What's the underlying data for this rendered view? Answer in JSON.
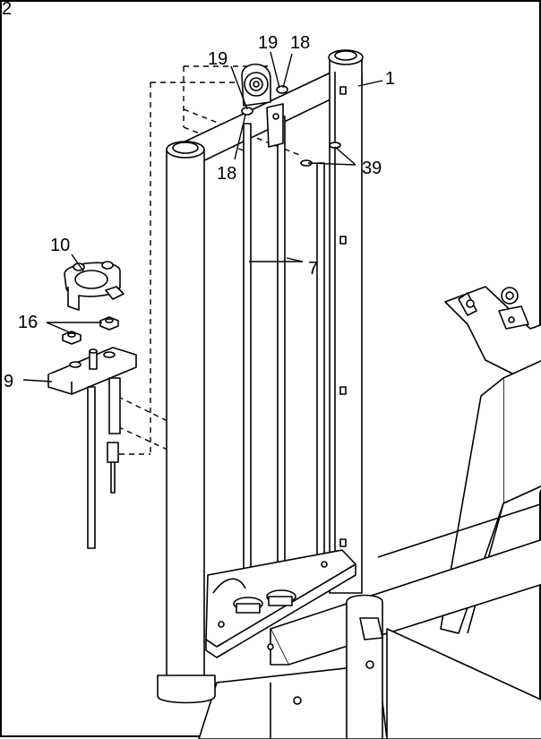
{
  "figure": {
    "corner_mark": "2",
    "part_labels": {
      "p1": "1",
      "p7": "7",
      "p9": "9",
      "p10": "10",
      "p16": "16",
      "p18_top": "18",
      "p18_bottom": "18",
      "p19_left": "19",
      "p19_right": "19",
      "p39": "39"
    }
  }
}
